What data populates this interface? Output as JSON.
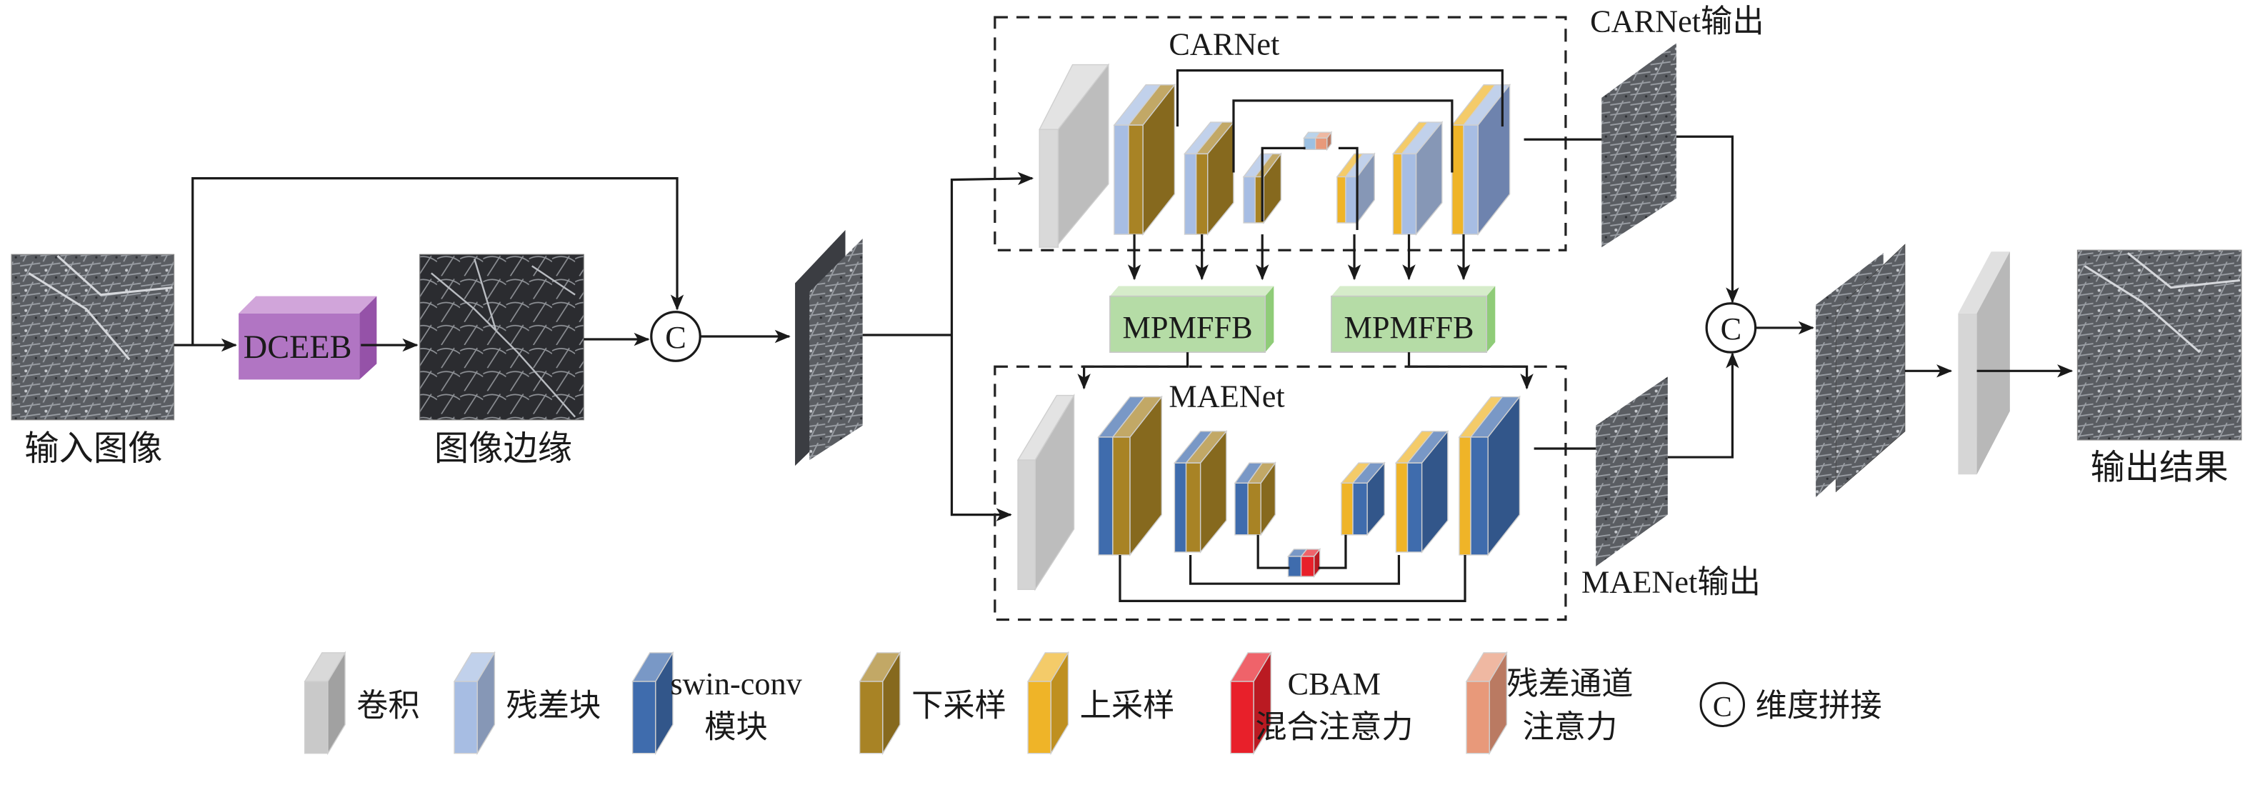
{
  "labels": {
    "input_image": "输入图像",
    "edge_image": "图像边缘",
    "dceeb": "DCEEB",
    "concat_symbol": "C",
    "carnet_title": "CARNet",
    "maenet_title": "MAENet",
    "carnet_output": "CARNet输出",
    "maenet_output": "MAENet输出",
    "mpmffb_left": "MPMFFB",
    "mpmffb_right": "MPMFFB",
    "final_output": "输出结果"
  },
  "colors": {
    "conv": "#c9c9c9",
    "residual": "#a7bde3",
    "swin_conv": "#3f6cad",
    "downsample": "#a88325",
    "upsample": "#efb428",
    "cbam": "#e8202a",
    "residual_channel_attention": "#e8997a",
    "dceeb": "#b175c3",
    "mpmffb": "#b5dca6"
  },
  "legend": [
    {
      "key": "conv",
      "label": "卷积"
    },
    {
      "key": "residual",
      "label": "残差块"
    },
    {
      "key": "swin_conv",
      "label": "swin-conv",
      "label2": "模块"
    },
    {
      "key": "downsample",
      "label": "下采样"
    },
    {
      "key": "upsample",
      "label": "上采样"
    },
    {
      "key": "cbam",
      "label": "CBAM",
      "label2": "混合注意力"
    },
    {
      "key": "residual_channel_attention",
      "label": "残差通道",
      "label2": "注意力"
    },
    {
      "key": "concat",
      "symbol": "C",
      "label": "维度拼接"
    }
  ]
}
